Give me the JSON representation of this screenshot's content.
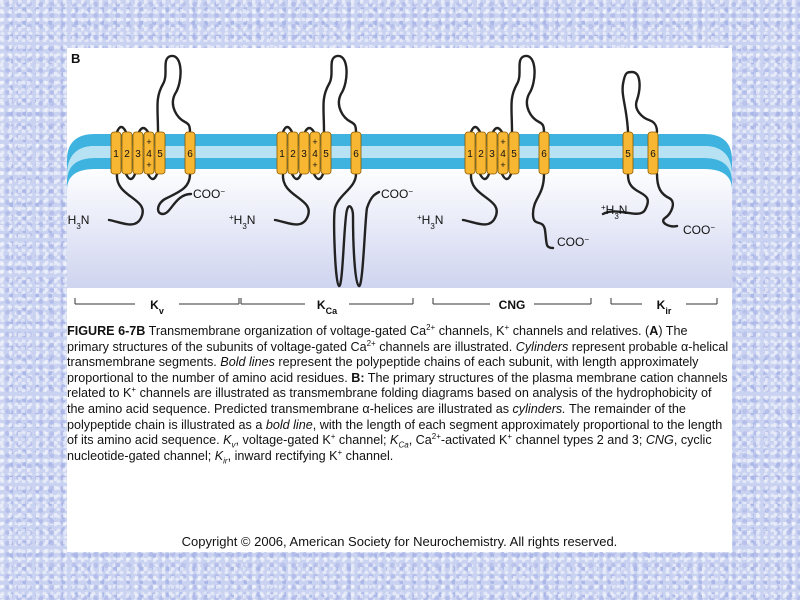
{
  "figure": {
    "panel_letter": "B",
    "channels": [
      {
        "name": "K",
        "subscript": "v",
        "segments": [
          "1",
          "2",
          "3",
          "4",
          "5",
          "6"
        ],
        "n_terminus": "+H3N",
        "c_terminus": "COO−"
      },
      {
        "name": "K",
        "subscript": "Ca",
        "segments": [
          "1",
          "2",
          "3",
          "4",
          "5",
          "6"
        ],
        "n_terminus": "+H3N",
        "c_terminus": "COO−"
      },
      {
        "name": "CNG",
        "subscript": "",
        "segments": [
          "1",
          "2",
          "3",
          "4",
          "5",
          "6"
        ],
        "n_terminus": "+H3N",
        "c_terminus": "COO−"
      },
      {
        "name": "K",
        "subscript": "ir",
        "segments": [
          "5",
          "6"
        ],
        "n_terminus": "+H3N",
        "c_terminus": "COO−"
      }
    ],
    "s4_charge": "+",
    "colors": {
      "membrane_outer": "#3fb3e0",
      "membrane_inner": "#b6e2f3",
      "cylinder": "#f7b733",
      "cylinder_edge": "#8a5a00",
      "cytoplasm_top": "#ffffff",
      "cytoplasm_bottom": "#cfd4ef"
    }
  },
  "caption": {
    "fig_label": "FIGURE 6-7B",
    "line1_a": " Transmembrane organization of voltage-gated Ca",
    "sup_2plus": "2+",
    "line1_b": " channels, K",
    "sup_plus": "+",
    "line1_c": " channels and relatives. (",
    "a_bold": "A",
    "line2_a": ") The primary structures of the subunits of voltage-gated Ca",
    "line2_b": " channels are illustrated. ",
    "cylinders_it": "Cylinders",
    "line3_a": " represent probable ",
    "alpha": "α",
    "line3_b": "-helical transmembrane segments. ",
    "bold_lines_it": "Bold lines",
    "line3_c": " represent the polypeptide chains of each subunit, with length approximately proportional to the number of amino acid residues. ",
    "b_bold": "B:",
    "line5_a": " The primary structures of the plasma membrane cation channels related to K",
    "line5_b": " channels are illustrated as transmembrane folding diagrams based on analysis of the hydrophobicity of the amino acid sequence. Predicted transmembrane ",
    "line6_a": "-helices are illustrated as ",
    "cylinders2_it": "cylinders.",
    "line6_b": " The remainder of the polypeptide chain is illustrated as a ",
    "bold_line_it": "bold line",
    "line7_a": ", with the length of each segment approximately proportional to the length of its amino acid sequence. ",
    "kv_k": "K",
    "kv_sub": "v",
    "line8_a": ", voltage-gated K",
    "line8_b": " channel; ",
    "kca_k": "K",
    "kca_sub": "Ca",
    "line9_a": ", Ca",
    "line9_b": "-activated K",
    "line9_c": " channel types 2 and 3; ",
    "cng_it": "CNG",
    "line9_d": ", cyclic nucleotide-gated channel; ",
    "kir_k": "K",
    "kir_sub": "ir",
    "line9_e": ", inward rectifying K",
    "line9_f": " channel."
  },
  "copyright": "Copyright © 2006, American Society for Neurochemistry. All rights reserved."
}
